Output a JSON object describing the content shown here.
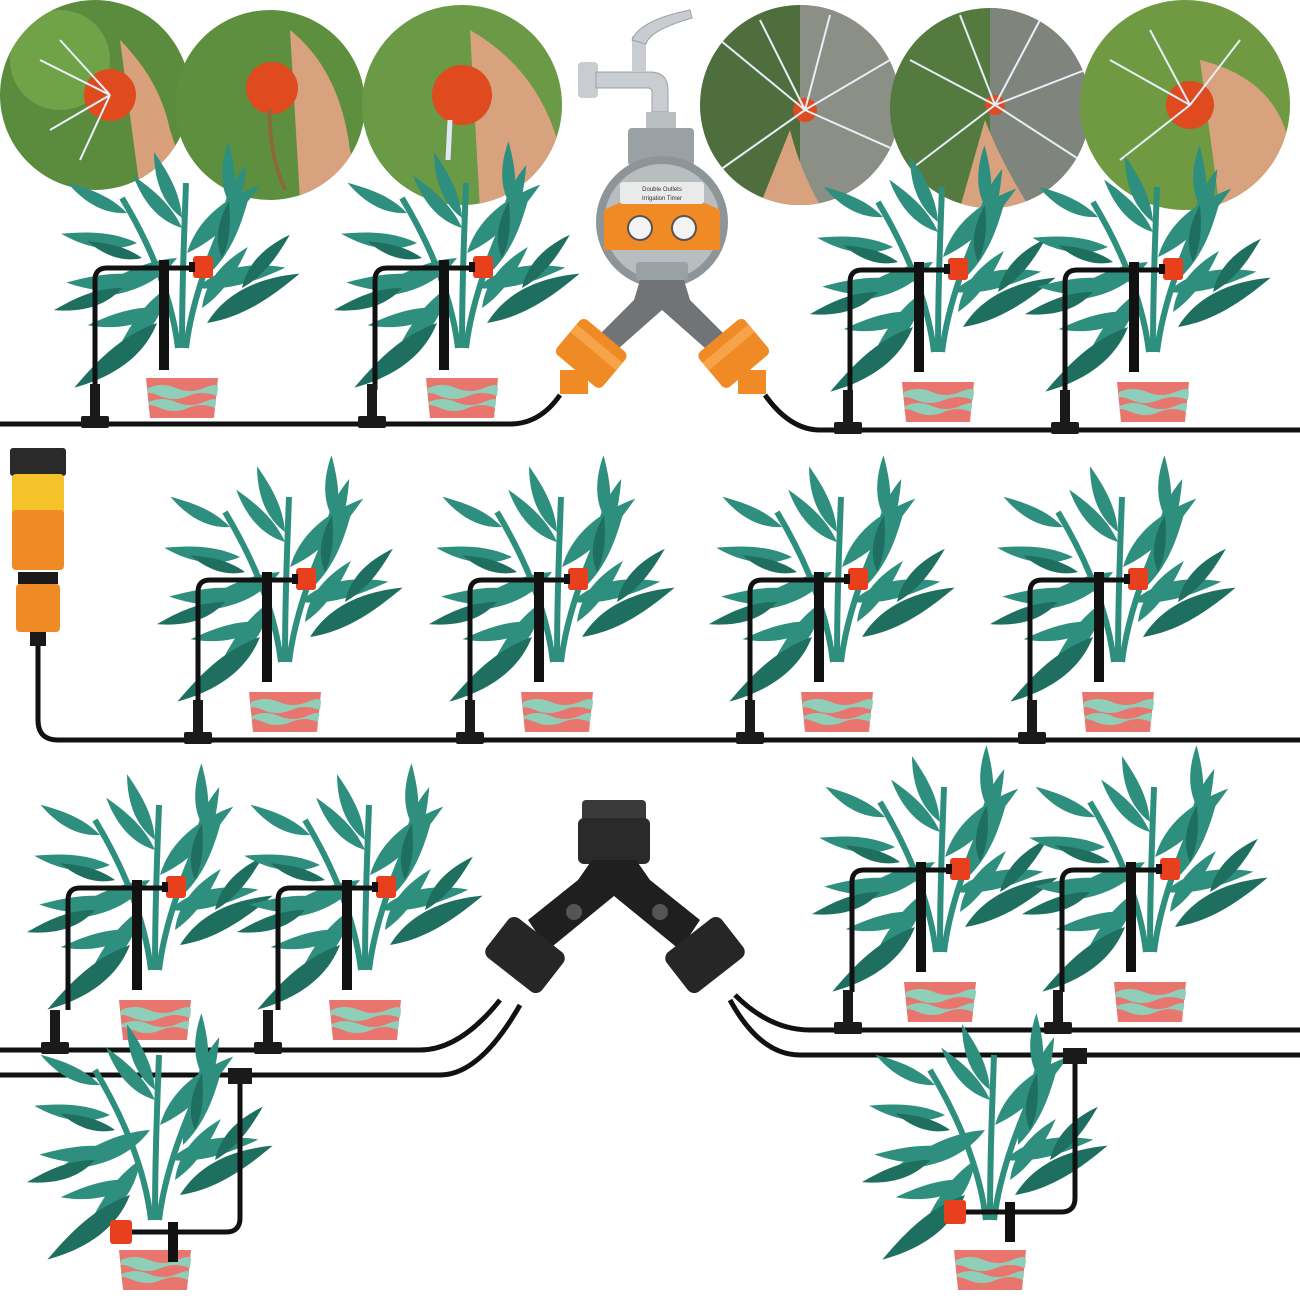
{
  "image": {
    "subject": "drip irrigation kit illustration",
    "timer_label_1": "Double Outlets",
    "timer_label_2": "Irrigation Timer",
    "colors": {
      "leaf": "#2f8f7e",
      "leaf_dark": "#1f6f61",
      "pot": "#e8766e",
      "pot_band": "#8fcfb9",
      "tube": "#111111",
      "nozzle": "#e8401c",
      "connector_orange": "#f08a24",
      "connector_yellow": "#f6c22a",
      "timer_gray": "#9aa1a4",
      "timer_face": "#f3f3f3",
      "valve_black": "#2a2a2a",
      "faucet_chrome": "#c9cdd1"
    },
    "icons": {
      "timer": "water-timer-icon",
      "faucet": "faucet-icon",
      "splitter": "y-splitter-icon",
      "connector": "quick-connector-icon",
      "plant": "potted-plant-icon",
      "nozzle": "sprinkler-nozzle-icon"
    }
  }
}
